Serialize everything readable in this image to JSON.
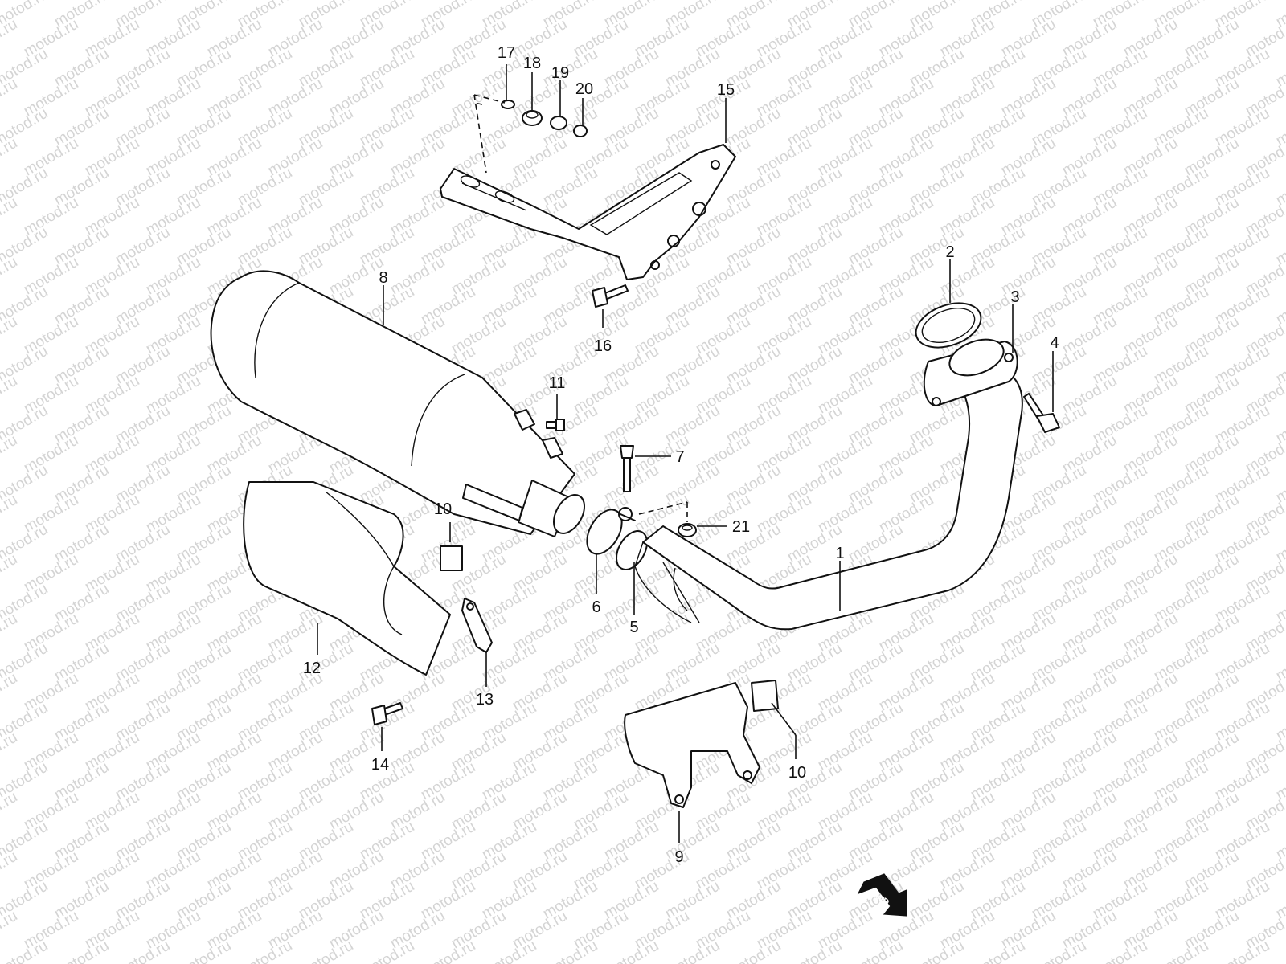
{
  "watermark": "motod.ru",
  "fwd_label": "FWD",
  "callouts": {
    "c1": "1",
    "c2": "2",
    "c3": "3",
    "c4": "4",
    "c5": "5",
    "c6": "6",
    "c7": "7",
    "c8": "8",
    "c9": "9",
    "c10a": "10",
    "c10b": "10",
    "c11": "11",
    "c12": "12",
    "c13": "13",
    "c14": "14",
    "c15": "15",
    "c16": "16",
    "c17": "17",
    "c18": "18",
    "c19": "19",
    "c20": "20",
    "c21": "21"
  }
}
